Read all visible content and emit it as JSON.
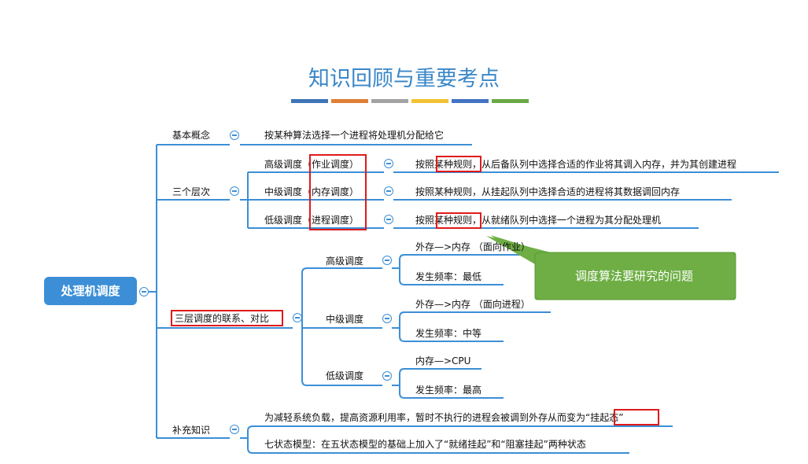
{
  "title": "知识回顾与重要考点",
  "colors": {
    "accent": "#3c8fd6",
    "title": "#3a87c8",
    "highlight_border": "#e01a1a",
    "callout_fill": "#6eae44",
    "title_bars": [
      "#3f74b6",
      "#e07f35",
      "#a3a3a3",
      "#f1c232",
      "#4472c4",
      "#69a944"
    ]
  },
  "root": {
    "label": "处理机调度"
  },
  "branches": {
    "basic": {
      "label": "基本概念",
      "text": "按某种算法选择一个进程将处理机分配给它"
    },
    "levels": {
      "label": "三个层次",
      "items": [
        {
          "label": "高级调度（作业调度）",
          "detail_pre": "按照",
          "detail_highlight": "某种规则",
          "detail_post": "，从后备队列中选择合适的作业将其调入内存，并为其创建进程"
        },
        {
          "label": "中级调度（内存调度）",
          "detail": "按照某种规则，从挂起队列中选择合适的进程将其数据调回内存"
        },
        {
          "label": "低级调度（进程调度）",
          "detail_pre": "按照",
          "detail_highlight": "某种规则",
          "detail_post": "，从就绪队列中选择一个进程为其分配处理机"
        }
      ]
    },
    "relation": {
      "label": "三层调度的联系、对比",
      "items": [
        {
          "label": "高级调度",
          "details": [
            "外存—>内存  （面向作业）",
            "发生频率：最低"
          ]
        },
        {
          "label": "中级调度",
          "details": [
            "外存—>内存  （面向进程）",
            "发生频率：中等"
          ]
        },
        {
          "label": "低级调度",
          "details": [
            "内存—>CPU",
            "发生频率：最高"
          ]
        }
      ]
    },
    "supplement": {
      "label": "补充知识",
      "line1_pre": "为减轻系统负载，提高资源利用率，暂时不执行的进程会被调到外存从而变为",
      "line1_highlight": "“挂起态”",
      "line2": "七状态模型：在五状态模型的基础上加入了“就绪挂起”和“阻塞挂起”两种状态"
    }
  },
  "callout": {
    "text": "调度算法要研究的问题"
  }
}
